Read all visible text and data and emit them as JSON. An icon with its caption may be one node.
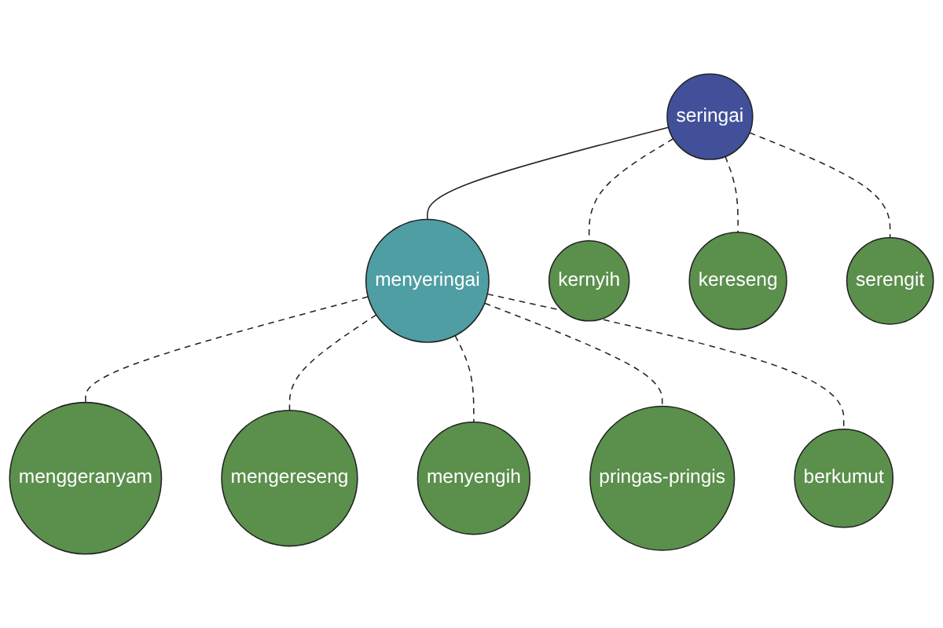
{
  "diagram": {
    "nodes": [
      {
        "text": [
          "menggeranyam"
        ]
      },
      {
        "text": [
          "mengereseng"
        ]
      },
      {
        "text": [
          "menyeringai"
        ]
      },
      {
        "text": [
          "menyengih"
        ]
      },
      {
        "text": [
          "pringas-pringis"
        ]
      },
      {
        "text": [
          "berkumut"
        ]
      },
      {
        "text": [
          "seringai"
        ]
      },
      {
        "text": [
          "kernyih"
        ]
      },
      {
        "text": [
          "kereseng"
        ]
      },
      {
        "text": [
          "serengit"
        ]
      }
    ],
    "edges": [
      {
        "from": 2,
        "to": 0,
        "arrow": "none",
        "style": "dashed"
      },
      {
        "from": 2,
        "to": 1,
        "arrow": "none",
        "style": "dashed"
      },
      {
        "from": 2,
        "to": 3,
        "arrow": "none",
        "style": "dashed"
      },
      {
        "from": 2,
        "to": 4,
        "arrow": "none",
        "style": "dashed"
      },
      {
        "from": 2,
        "to": 5,
        "arrow": "none",
        "style": "dashed"
      },
      {
        "from": 6,
        "to": 2,
        "arrow": "none"
      },
      {
        "from": 6,
        "to": 7,
        "arrow": "none",
        "style": "dashed"
      },
      {
        "from": 6,
        "to": 8,
        "arrow": "none",
        "style": "dashed"
      },
      {
        "from": 6,
        "to": 9,
        "arrow": "none",
        "style": "dashed"
      }
    ]
  }
}
